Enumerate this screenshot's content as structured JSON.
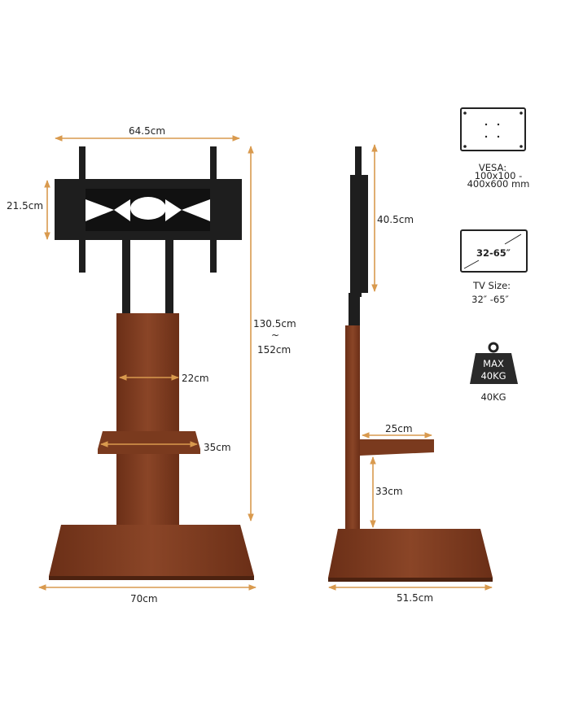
{
  "front_view": {
    "width_bracket": "64.5cm",
    "height_bracket": "21.5cm",
    "total_height_min": "130.5cm",
    "height_separator": "~",
    "total_height_max": "152cm",
    "column_width": "22cm",
    "shelf_width": "35cm",
    "base_width": "70cm"
  },
  "side_view": {
    "bracket_height": "40.5cm",
    "shelf_depth": "25cm",
    "shelf_height": "33cm",
    "base_depth": "51.5cm"
  },
  "specs": {
    "vesa_label": "VESA:",
    "vesa_line1": "100x100 -",
    "vesa_line2": "400x600 mm",
    "tv_icon_text": "32-65″",
    "tv_size_label": "TV Size:",
    "tv_size_value": "32″ -65″",
    "weight_icon_max": "MAX",
    "weight_icon_value": "40KG",
    "weight_label": "40KG"
  },
  "colors": {
    "dimension_arrow": "#d99a4e",
    "wood": "#7a3a1e",
    "metal": "#1e1e1e"
  }
}
